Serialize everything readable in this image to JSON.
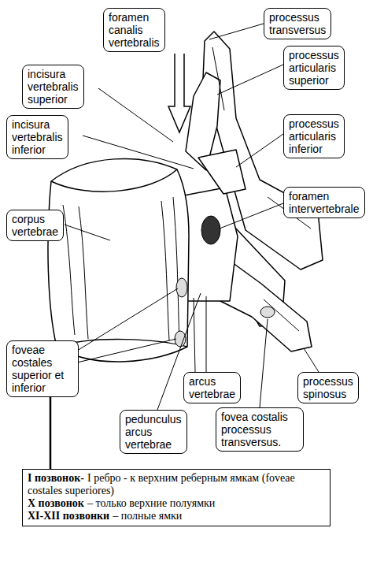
{
  "diagram": {
    "nodes": [
      {
        "text": [
          "foramen canalis vertebralis"
        ]
      },
      {
        "text": [
          "processus transversus"
        ]
      },
      {
        "text": [
          "incisura vertebralis superior"
        ]
      },
      {
        "text": [
          "processus articularis superior"
        ]
      },
      {
        "text": [
          "incisura vertebralis inferior"
        ]
      },
      {
        "text": [
          "processus articularis inferior"
        ]
      },
      {
        "text": [
          "foramen intervertebrale"
        ]
      },
      {
        "text": [
          "corpus vertebrae"
        ]
      },
      {
        "text": [
          "foveae costales superior et inferior"
        ]
      },
      {
        "text": [
          "arcus vertebrae"
        ]
      },
      {
        "text": [
          "processus spinosus"
        ]
      },
      {
        "text": [
          "pedunculus arcus vertebrae"
        ]
      },
      {
        "text": [
          "fovea costalis processus transversus."
        ]
      },
      {
        "text": [
          "I позвонок-",
          "I ребро - к верхним реберным ямкам (foveae costales superiores)",
          "X позвонок",
          "– только верхние полуямки",
          "XI-XII позвонки",
          "– полные ямки"
        ]
      }
    ],
    "edges": [
      {
        "from": 8,
        "to": 13,
        "arrow": "none"
      }
    ]
  }
}
